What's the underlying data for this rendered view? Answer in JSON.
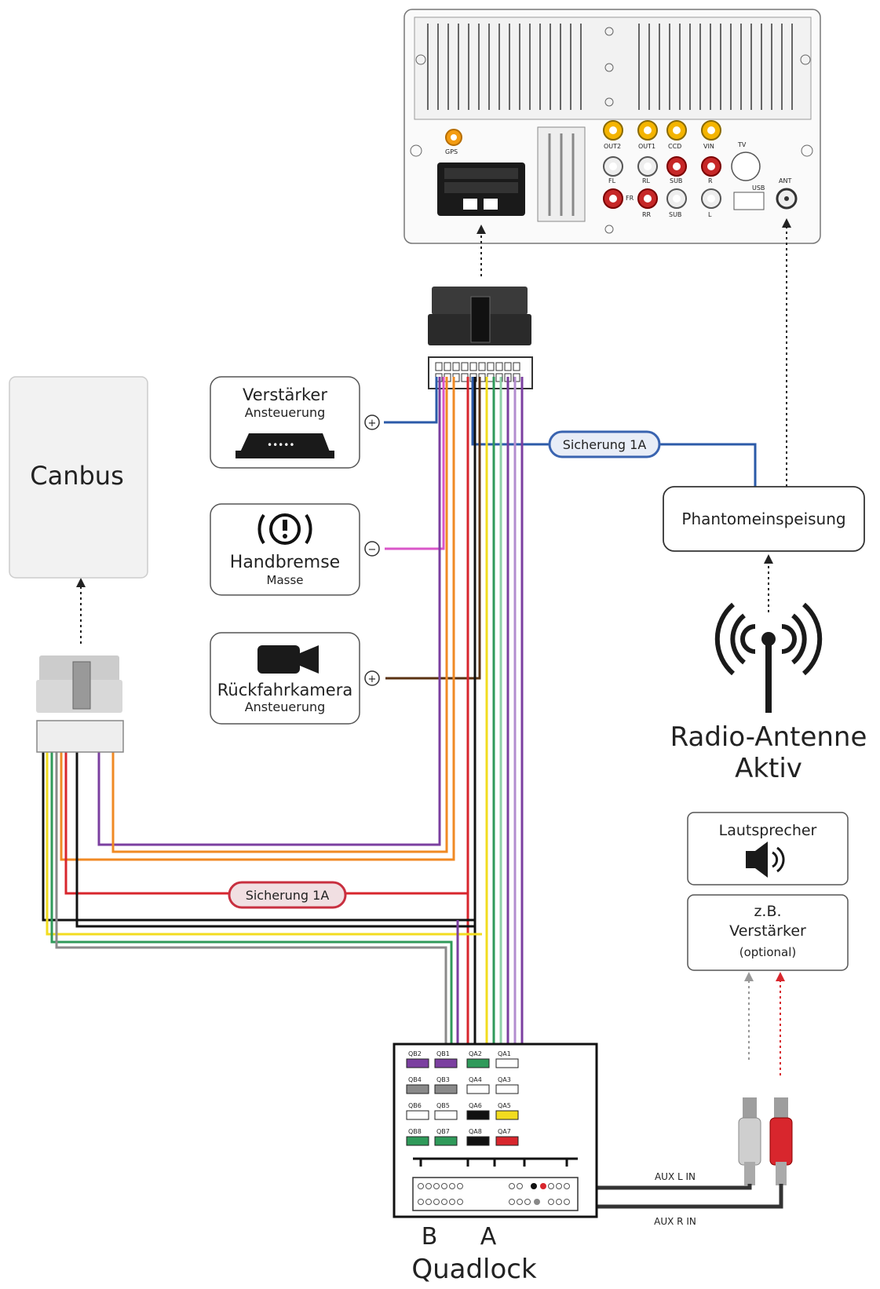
{
  "canbus": {
    "label": "Canbus"
  },
  "amplifier": {
    "title": "Verstärker",
    "subtitle": "Ansteuerung",
    "polarity": "+"
  },
  "handbrake": {
    "title": "Handbremse",
    "subtitle": "Masse",
    "polarity": "−"
  },
  "camera": {
    "title": "Rückfahrkamera",
    "subtitle": "Ansteuerung",
    "polarity": "+"
  },
  "fuse_top": {
    "label": "Sicherung 1A"
  },
  "fuse_bottom": {
    "label": "Sicherung 1A"
  },
  "phantom": {
    "label": "Phantomeinspeisung"
  },
  "antenna": {
    "line1": "Radio-Antenne",
    "line2": "Aktiv"
  },
  "speaker": {
    "label": "Lautsprecher"
  },
  "amp_optional": {
    "line1": "z.B.",
    "line2": "Verstärker",
    "line3": "(optional)"
  },
  "aux": {
    "left": "AUX L IN",
    "right": "AUX R IN"
  },
  "quadlock": {
    "label_b": "B",
    "label_a": "A",
    "label": "Quadlock",
    "pins": [
      [
        "QB2",
        "QB1",
        "QA2",
        "QA1"
      ],
      [
        "QB4",
        "QB3",
        "QA4",
        "QA3"
      ],
      [
        "QB6",
        "QB5",
        "QA6",
        "QA5"
      ],
      [
        "QB8",
        "QB7",
        "QA8",
        "QA7"
      ]
    ]
  },
  "head_unit": {
    "labels": [
      "GPS",
      "OUT2",
      "OUT1",
      "CCD",
      "VIN",
      "TV",
      "FL",
      "RL",
      "SUB",
      "R",
      "USB",
      "ANT",
      "FR",
      "RR",
      "SUB",
      "L"
    ]
  },
  "colors": {
    "purple": "#7b3fa0",
    "orange": "#f08a24",
    "red": "#d8262d",
    "black": "#111111",
    "yellow": "#f2dc1f",
    "green": "#2f9a5a",
    "grey": "#8a8a8a",
    "blue": "#2b5aa8",
    "pink": "#d956c8",
    "brown": "#5a3212",
    "rca_red": "#d8262d",
    "rca_white": "#cfcfcf",
    "fuse_red": "#c83040",
    "fuse_blue": "#3a64b0"
  }
}
